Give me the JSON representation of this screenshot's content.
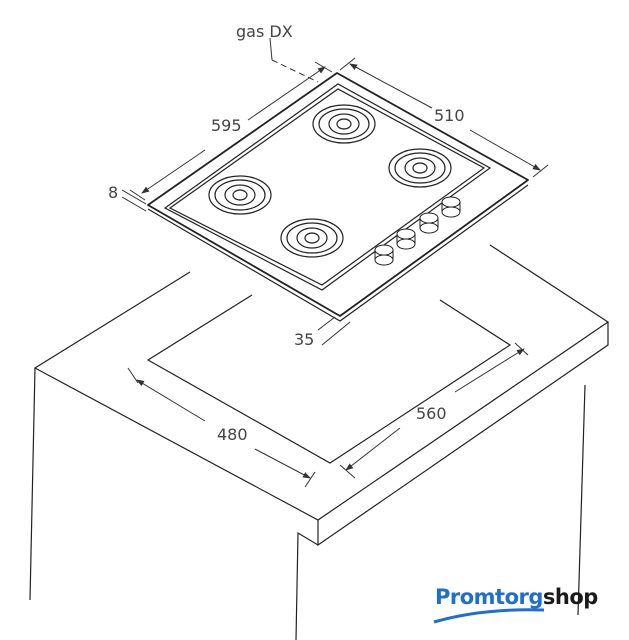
{
  "labels": {
    "gas": "gas DX",
    "width_hob": "595",
    "depth_hob": "510",
    "thickness": "8",
    "depth_under": "35",
    "cutout_depth": "480",
    "cutout_width": "560"
  },
  "logo": {
    "part1": "Promtorg",
    "part2": "shop"
  },
  "colors": {
    "brand_blue": "#1f6fd1",
    "line": "#222222"
  }
}
